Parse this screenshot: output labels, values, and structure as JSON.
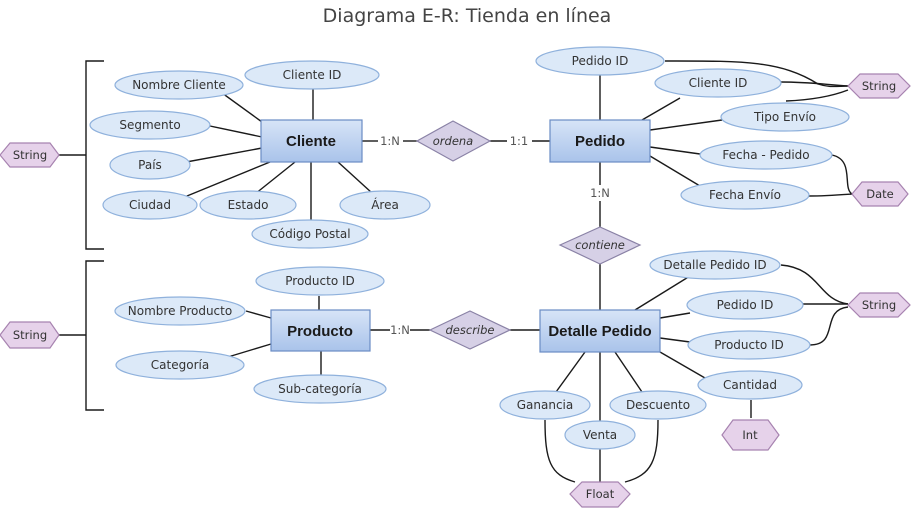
{
  "title": "Diagrama E-R: Tienda en línea",
  "entities": {
    "cliente": "Cliente",
    "pedido": "Pedido",
    "producto": "Producto",
    "detalle_pedido": "Detalle Pedido"
  },
  "relationships": {
    "ordena": "ordena",
    "contiene": "contiene",
    "describe": "describe"
  },
  "cardinalities": {
    "cliente_ordena": "1:N",
    "ordena_pedido": "1:1",
    "pedido_contiene": "1:N",
    "producto_describe": "1:N"
  },
  "attributes": {
    "cliente": {
      "nombre_cliente": "Nombre Cliente",
      "cliente_id": "Cliente ID",
      "segmento": "Segmento",
      "pais": "País",
      "ciudad": "Ciudad",
      "estado": "Estado",
      "codigo_postal": "Código Postal",
      "area": "Área"
    },
    "pedido": {
      "pedido_id": "Pedido ID",
      "cliente_id": "Cliente ID",
      "tipo_envio": "Tipo Envío",
      "fecha_pedido": "Fecha - Pedido",
      "fecha_envio": "Fecha Envío"
    },
    "producto": {
      "producto_id": "Producto ID",
      "nombre_producto": "Nombre Producto",
      "categoria": "Categoría",
      "sub_categoria": "Sub-categoría"
    },
    "detalle_pedido": {
      "detalle_pedido_id": "Detalle Pedido ID",
      "pedido_id": "Pedido ID",
      "producto_id": "Producto ID",
      "cantidad": "Cantidad",
      "ganancia": "Ganancia",
      "venta": "Venta",
      "descuento": "Descuento"
    }
  },
  "types": {
    "cliente_group": "String",
    "producto_group": "String",
    "pedido_string": "String",
    "pedido_date": "Date",
    "detalle_string": "String",
    "cantidad_int": "Int",
    "detalle_float": "Float"
  },
  "colors": {
    "entity_fill_top": "#d7e4f7",
    "entity_fill_bottom": "#a9c3ea",
    "attribute_fill": "#dce9f8",
    "relationship_fill": "#d6d0e6",
    "type_fill": "#e6d2ea"
  }
}
